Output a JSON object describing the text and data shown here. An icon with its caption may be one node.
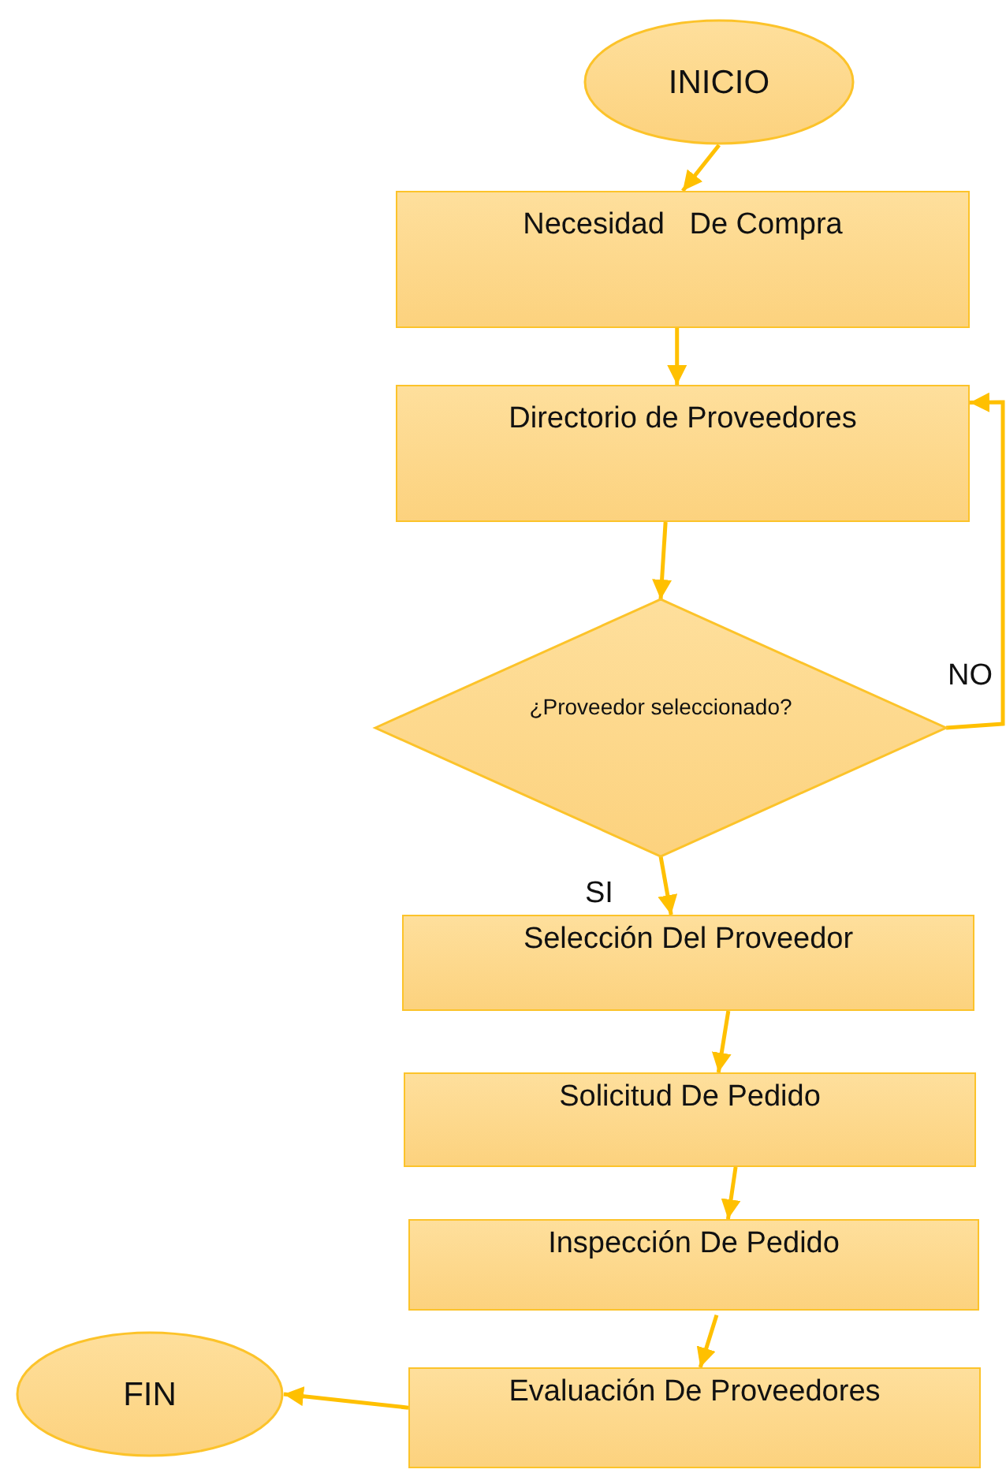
{
  "diagram": {
    "nodes": [
      {
        "text": [
          "INICIO"
        ]
      },
      {
        "text": [
          "Necesidad   De Compra"
        ]
      },
      {
        "text": [
          "Directorio de Proveedores"
        ]
      },
      {
        "text": [
          "¿Proveedor seleccionado?"
        ]
      },
      {
        "text": [
          "Selección Del Proveedor"
        ]
      },
      {
        "text": [
          "Solicitud De Pedido"
        ]
      },
      {
        "text": [
          "Inspección De Pedido"
        ]
      },
      {
        "text": [
          "Evaluación De Proveedores"
        ]
      },
      {
        "text": [
          "FIN"
        ]
      }
    ],
    "edges": [
      {
        "from": 0,
        "to": 1,
        "arrow": "to"
      },
      {
        "from": 1,
        "to": 2,
        "arrow": "to"
      },
      {
        "from": 2,
        "to": 3,
        "arrow": "to"
      },
      {
        "from": 3,
        "to": 4,
        "arrow": "to",
        "label": "SI"
      },
      {
        "from": 3,
        "to": 2,
        "arrow": "to",
        "label": "NO"
      },
      {
        "from": 4,
        "to": 5,
        "arrow": "to"
      },
      {
        "from": 5,
        "to": 6,
        "arrow": "to"
      },
      {
        "from": 6,
        "to": 7,
        "arrow": "to"
      },
      {
        "from": 7,
        "to": 8,
        "arrow": "to"
      }
    ]
  }
}
